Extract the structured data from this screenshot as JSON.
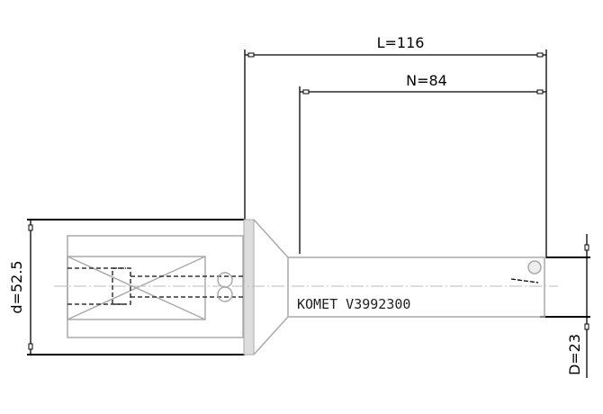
{
  "dimensions": {
    "overall_length": "L=116",
    "shank_length": "N=84",
    "shank_diameter": "d=52.5",
    "drill_diameter": "D=23"
  },
  "marking": "KOMET V3992300"
}
